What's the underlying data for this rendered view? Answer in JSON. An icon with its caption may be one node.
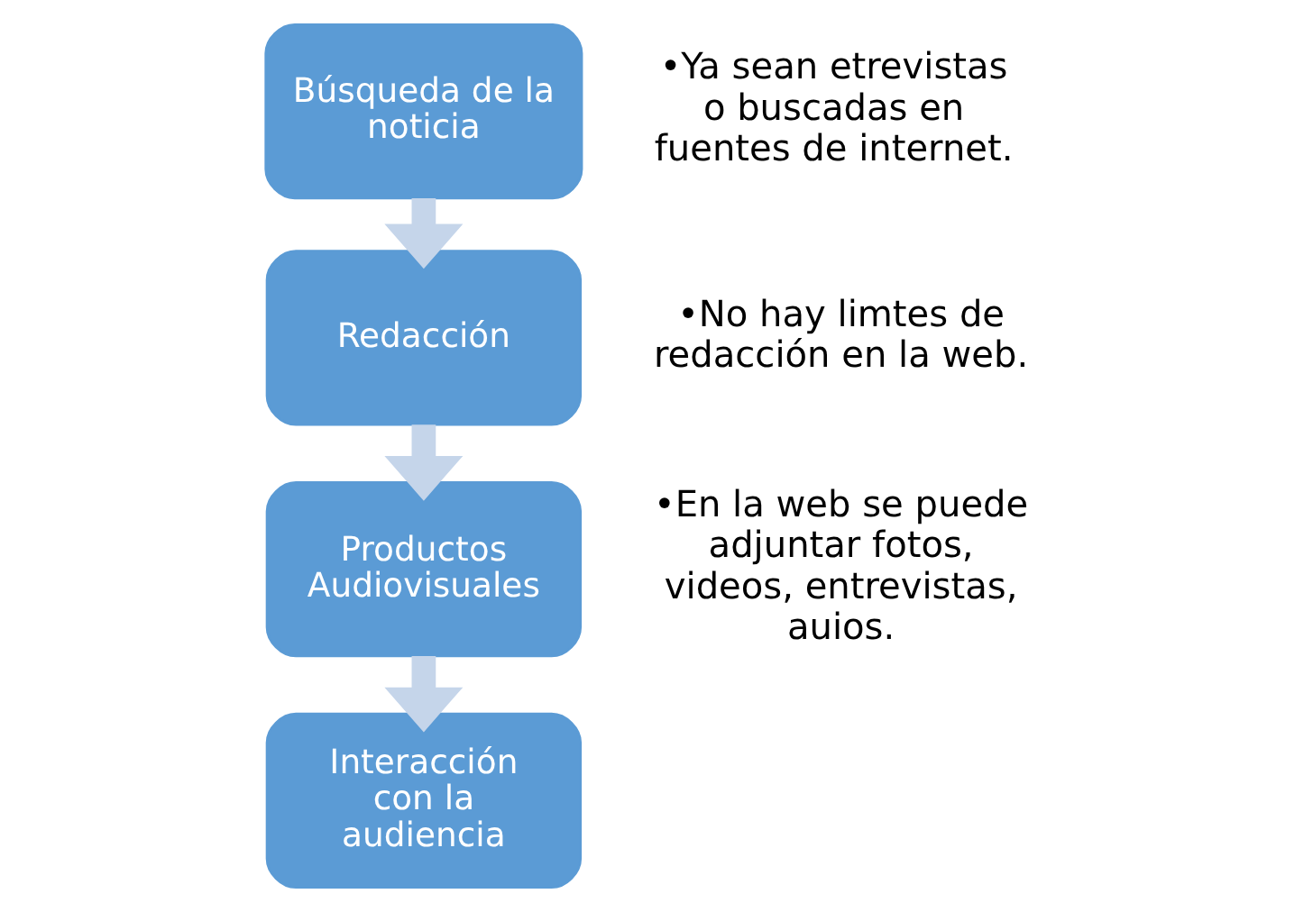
{
  "diagram": {
    "nodes": [
      {
        "text": [
          "Búsqueda de la noticia"
        ],
        "beside": [
          "•Ya sean etrevistas o buscadas en fuentes de internet."
        ]
      },
      {
        "text": [
          "Redacción"
        ],
        "beside": [
          "•No hay limtes de redacción en la web."
        ]
      },
      {
        "text": [
          "Productos Audiovisuales"
        ],
        "beside": [
          "•En la web se puede adjuntar fotos, videos, entrevistas, auios."
        ]
      },
      {
        "text": [
          "Interacción con la audiencia"
        ]
      }
    ],
    "edges": [
      {
        "from": 0,
        "to": 1,
        "arrow": "to"
      },
      {
        "from": 1,
        "to": 2,
        "arrow": "to"
      },
      {
        "from": 2,
        "to": 3,
        "arrow": "to"
      }
    ]
  }
}
